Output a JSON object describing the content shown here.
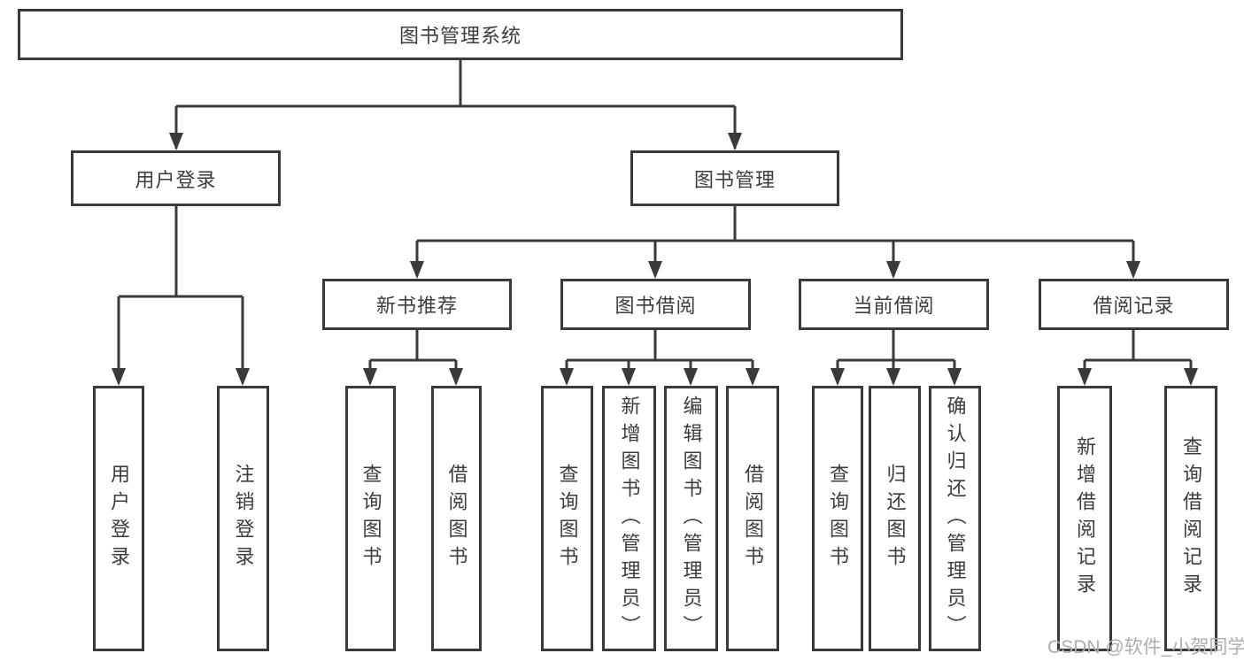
{
  "diagram": {
    "title": "图书管理系统",
    "branches": [
      {
        "label": "用户登录",
        "children": [
          {
            "label": "用户登录"
          },
          {
            "label": "注销登录"
          }
        ]
      },
      {
        "label": "图书管理",
        "groups": [
          {
            "label": "新书推荐",
            "children": [
              {
                "label": "查询图书"
              },
              {
                "label": "借阅图书"
              }
            ]
          },
          {
            "label": "图书借阅",
            "children": [
              {
                "label": "查询图书"
              },
              {
                "label": "新增图书（管理员）"
              },
              {
                "label": "编辑图书（管理员）"
              },
              {
                "label": "借阅图书"
              }
            ]
          },
          {
            "label": "当前借阅",
            "children": [
              {
                "label": "查询图书"
              },
              {
                "label": "归还图书"
              },
              {
                "label": "确认归还（管理员）"
              }
            ]
          },
          {
            "label": "借阅记录",
            "children": [
              {
                "label": "新增借阅记录"
              },
              {
                "label": "查询借阅记录"
              }
            ]
          }
        ]
      }
    ]
  },
  "watermark": {
    "text": "CSDN @软件_小贺同学"
  },
  "colors": {
    "line": "#3a3a3a",
    "box_border": "#3a3a3a",
    "text": "#3c3c3c",
    "watermark": "#a9aeb4",
    "background": "#ffffff"
  }
}
